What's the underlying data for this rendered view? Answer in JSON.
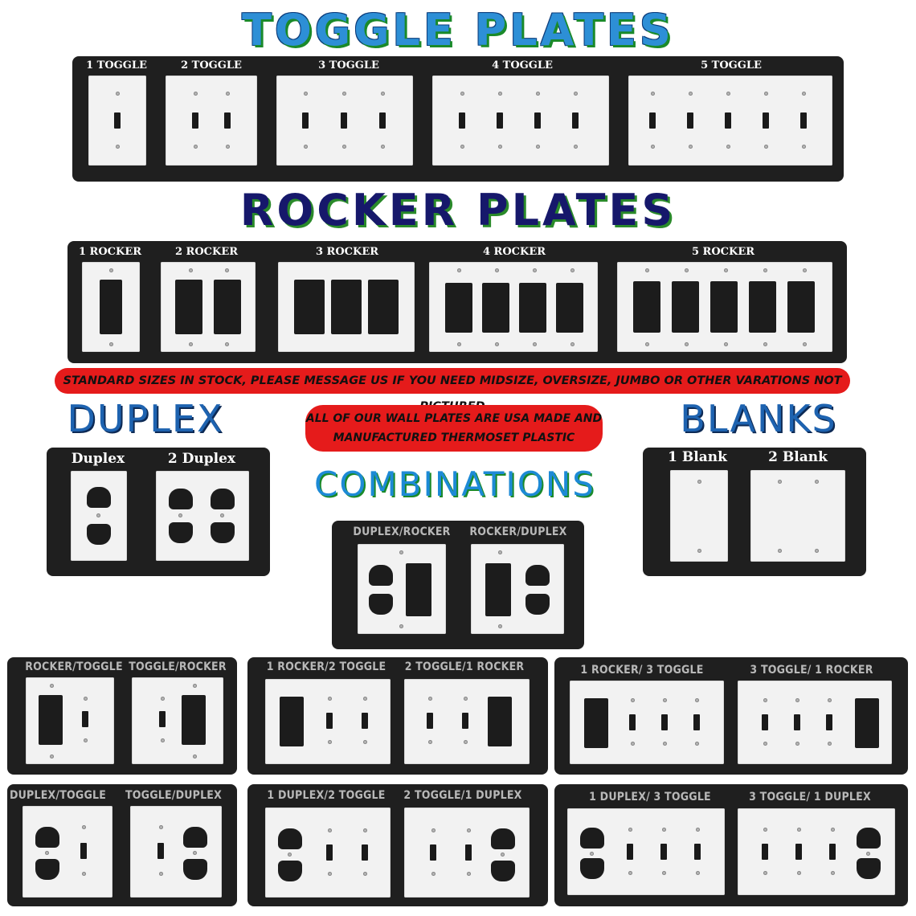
{
  "titles": {
    "toggle": "TOGGLE PLATES",
    "rocker": "ROCKER PLATES",
    "duplex": "DUPLEX",
    "blanks": "BLANKS",
    "combinations": "COMBINATIONS"
  },
  "banners": {
    "stock": "STANDARD SIZES IN STOCK, PLEASE MESSAGE US IF YOU NEED MIDSIZE, OVERSIZE, JUMBO OR OTHER VARATIONS NOT PICTURED",
    "usa_line1": "ALL OF OUR WALL PLATES ARE USA MADE AND",
    "usa_line2": "MANUFACTURED THERMOSET PLASTIC"
  },
  "toggle_labels": [
    "1 TOGGLE",
    "2 TOGGLE",
    "3 TOGGLE",
    "4 TOGGLE",
    "5 TOGGLE"
  ],
  "rocker_labels": [
    "1 ROCKER",
    "2 ROCKER",
    "3 ROCKER",
    "4 ROCKER",
    "5 ROCKER"
  ],
  "duplex_labels": [
    "Duplex",
    "2 Duplex"
  ],
  "blank_labels": [
    "1 Blank",
    "2 Blank"
  ],
  "combo_labels": {
    "duplex_rocker": "DUPLEX/ROCKER",
    "rocker_duplex": "ROCKER/DUPLEX",
    "rocker_toggle": "ROCKER/TOGGLE",
    "toggle_rocker": "TOGGLE/ROCKER",
    "r1_t2": "1 ROCKER/2 TOGGLE",
    "t2_r1": "2 TOGGLE/1 ROCKER",
    "r1_t3": "1 ROCKER/ 3 TOGGLE",
    "t3_r1": "3 TOGGLE/ 1 ROCKER",
    "duplex_toggle": "DUPLEX/TOGGLE",
    "toggle_duplex": "TOGGLE/DUPLEX",
    "d1_t2": "1 DUPLEX/2 TOGGLE",
    "t2_d1": "2 TOGGLE/1 DUPLEX",
    "d1_t3": "1 DUPLEX/ 3 TOGGLE",
    "t3_d1": "3 TOGGLE/ 1 DUPLEX"
  }
}
